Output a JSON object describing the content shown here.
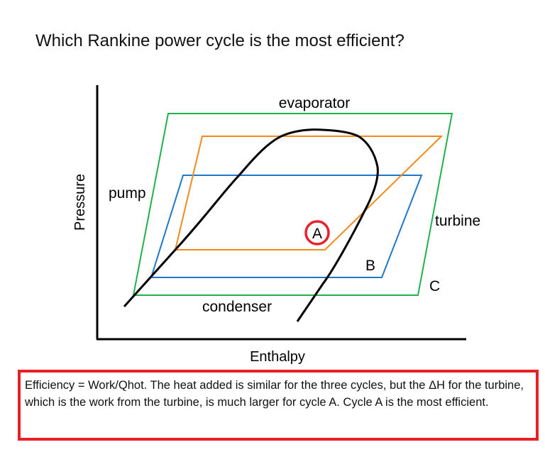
{
  "question": "Which Rankine power cycle is the most efficient?",
  "diagram": {
    "x_axis_label": "Enthalpy",
    "y_axis_label": "Pressure",
    "process_labels": {
      "top": "evaporator",
      "left": "pump",
      "right": "turbine",
      "bottom": "condenser"
    },
    "cycles": [
      {
        "label": "A",
        "color": "#f28a1c",
        "highlighted": true
      },
      {
        "label": "B",
        "color": "#1f78c8"
      },
      {
        "label": "C",
        "color": "#22b04c"
      }
    ],
    "dome_color": "#000000",
    "highlight_color": "#e8202a"
  },
  "answer": {
    "text": "Efficiency = Work/Qhot. The heat added is similar for the three cycles, but the ΔH for the turbine, which is the work from the turbine, is much larger for cycle A. Cycle A is the most efficient.",
    "border_color": "#e8202a"
  }
}
